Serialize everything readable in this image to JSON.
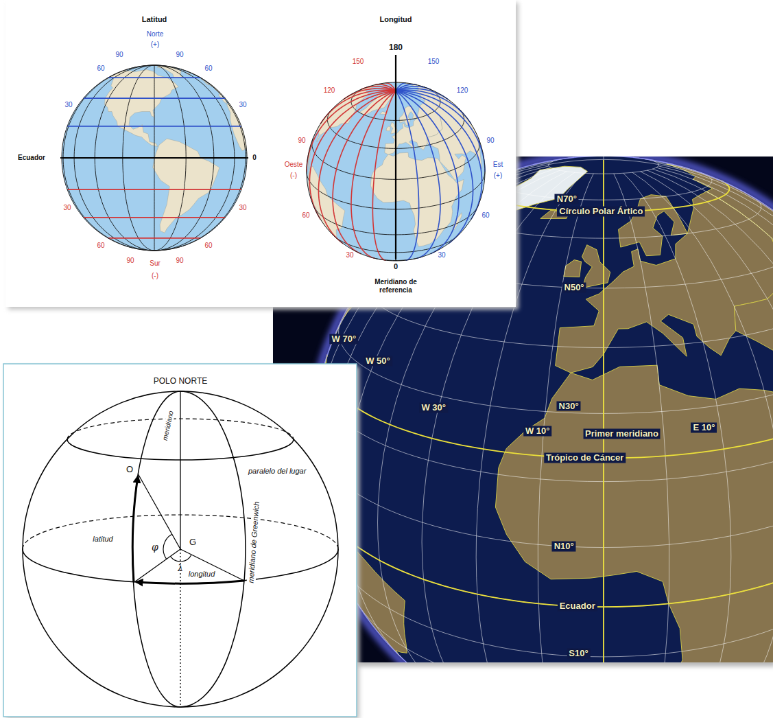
{
  "diagram": {
    "labels": [
      "Latitud",
      "Norte",
      "(+)",
      "90",
      "90",
      "60",
      "60",
      "30",
      "30",
      "Ecuador",
      "0",
      "30",
      "30",
      "60",
      "60",
      "90",
      "90",
      "Sur",
      "(-)",
      "Longitud",
      "180",
      "150",
      "150",
      "120",
      "120",
      "90",
      "90",
      "Oeste",
      "(-)",
      "Est",
      "(+)",
      "60",
      "60",
      "30",
      "30",
      "0",
      "Meridiano de referencia",
      "POLO NORTE",
      "meridiano",
      "O",
      "paralelo del lugar",
      "latitud",
      "φ",
      "G",
      "λ",
      "longitud",
      "meridiano de Greenwich",
      "N70°",
      "Círculo Polar Ártico",
      "N50°",
      "W 70°",
      "W 50°",
      "W 30°",
      "N30°",
      "W 10°",
      "Primer meridiano",
      "E 10°",
      "Trópico de Cáncer",
      "N10°",
      "Ecuador",
      "S10°"
    ]
  }
}
